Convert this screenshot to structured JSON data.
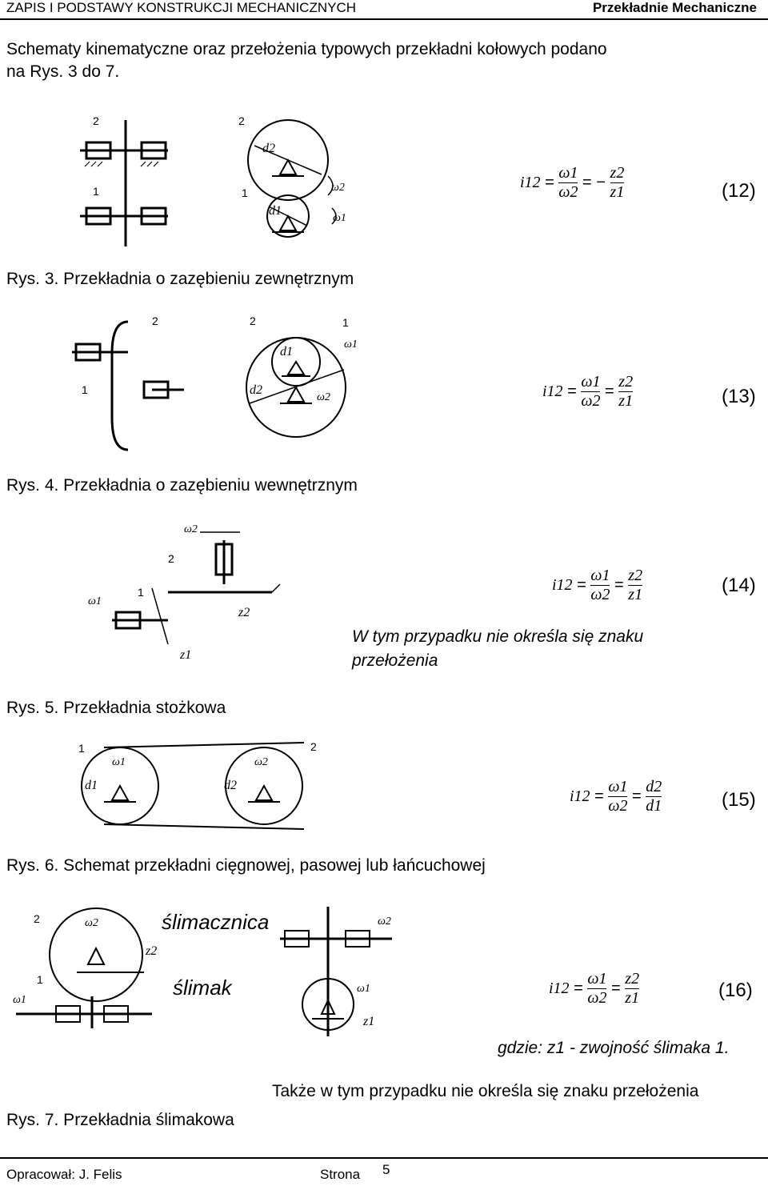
{
  "header": {
    "left": "ZAPIS I PODSTAWY KONSTRUKCJI MECHANICZNYCH",
    "right": "Przekładnie Mechaniczne"
  },
  "intro": {
    "line1": "Schematy   kinematyczne   oraz   przełożenia   typowych   przekładni   kołowych   podano",
    "line2": "na Rys. 3 do 7."
  },
  "figures": [
    {
      "caption": "Rys. 3. Przekładnia o zazębieniu zewnętrznym",
      "eq_number": "(12)",
      "eq_sign": "−",
      "eq_rhs_num": "z2",
      "eq_rhs_den": "z1"
    },
    {
      "caption": "Rys. 4. Przekładnia o zazębieniu wewnętrznym",
      "eq_number": "(13)",
      "eq_rhs_num": "z2",
      "eq_rhs_den": "z1"
    },
    {
      "caption": "Rys. 5. Przekładnia stożkowa",
      "eq_number": "(14)",
      "eq_rhs_num": "z2",
      "eq_rhs_den": "z1",
      "note_line1": "W   tym   przypadku   nie   określa   się   znaku",
      "note_line2": "przełożenia"
    },
    {
      "caption": "Rys. 6. Schemat przekładni cięgnowej, pasowej lub łańcuchowej",
      "eq_number": "(15)",
      "eq_rhs_num": "d2",
      "eq_rhs_den": "d1"
    },
    {
      "caption": "Rys. 7. Przekładnia ślimakowa",
      "eq_number": "(16)",
      "eq_rhs_num": "z2",
      "eq_rhs_den": "z1",
      "label_wheel": "ślimacznica",
      "label_worm": "ślimak",
      "note_where": "gdzie: z1 - zwojność ślimaka 1.",
      "note_sign": "Także w tym przypadku nie określa się znaku przełożenia"
    }
  ],
  "equation": {
    "lhs": "i12",
    "num": "ω1",
    "den": "ω2"
  },
  "labels": {
    "one": "1",
    "two": "2",
    "w1": "ω1",
    "w2": "ω2",
    "d1": "d1",
    "d2": "d2",
    "z1": "z1",
    "z2": "z2"
  },
  "footer": {
    "author": "Opracował: J. Felis",
    "page_label": "Strona",
    "page_number": "5"
  }
}
